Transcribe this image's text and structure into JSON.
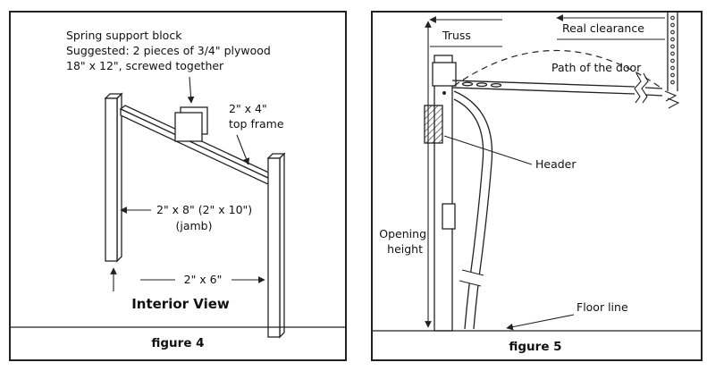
{
  "figure4": {
    "annotation": {
      "line1": "Spring support block",
      "line2": "Suggested: 2 pieces of 3/4\" plywood",
      "line3": "18\" x 12\", screwed together"
    },
    "top_frame": {
      "line1": "2\" x 4\"",
      "line2": "top frame"
    },
    "jamb": {
      "line1": "2\" x 8\" (2\" x 10\")",
      "line2": "(jamb)"
    },
    "sill": "2\" x 6\"",
    "view_title": "Interior View",
    "caption": "figure 4"
  },
  "figure5": {
    "truss": "Truss",
    "real_clearance": "Real clearance",
    "door_path": "Path of the door",
    "header": "Header",
    "opening_height": {
      "line1": "Opening",
      "line2": "height"
    },
    "floor": "Floor line",
    "caption": "figure 5"
  },
  "colors": {
    "ink": "#222222",
    "background": "#ffffff"
  }
}
